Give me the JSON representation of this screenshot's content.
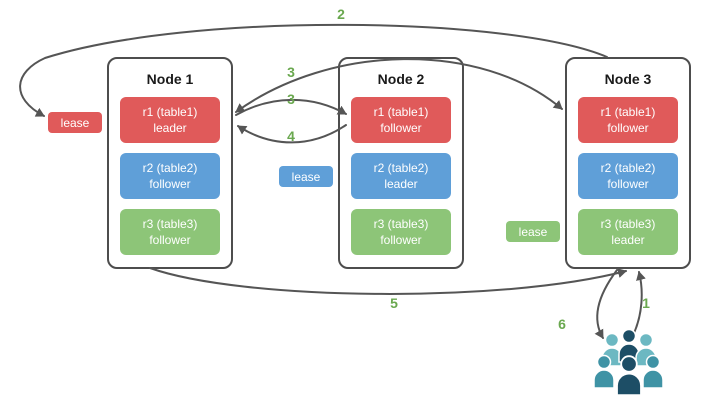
{
  "diagram": {
    "nodes": [
      {
        "title": "Node 1",
        "replicas": [
          {
            "label": "r1 (table1)",
            "role": "leader",
            "color": "#e05a5a"
          },
          {
            "label": "r2 (table2)",
            "role": "follower",
            "color": "#5f9fd8"
          },
          {
            "label": "r3 (table3)",
            "role": "follower",
            "color": "#8dc578"
          }
        ]
      },
      {
        "title": "Node 2",
        "replicas": [
          {
            "label": "r1 (table1)",
            "role": "follower",
            "color": "#e05a5a"
          },
          {
            "label": "r2 (table2)",
            "role": "leader",
            "color": "#5f9fd8"
          },
          {
            "label": "r3 (table3)",
            "role": "follower",
            "color": "#8dc578"
          }
        ]
      },
      {
        "title": "Node 3",
        "replicas": [
          {
            "label": "r1 (table1)",
            "role": "follower",
            "color": "#e05a5a"
          },
          {
            "label": "r2 (table2)",
            "role": "follower",
            "color": "#5f9fd8"
          },
          {
            "label": "r3 (table3)",
            "role": "leader",
            "color": "#8dc578"
          }
        ]
      }
    ],
    "leases": [
      {
        "label": "lease",
        "color": "#e05a5a"
      },
      {
        "label": "lease",
        "color": "#5f9fd8"
      },
      {
        "label": "lease",
        "color": "#8dc578"
      }
    ],
    "steps": {
      "s1": "1",
      "s2": "2",
      "s3a": "3",
      "s3b": "3",
      "s4": "4",
      "s5": "5",
      "s6": "6"
    },
    "colors": {
      "replica_red": "#e05a5a",
      "replica_blue": "#5f9fd8",
      "replica_green": "#8dc578",
      "step_label_green": "#6aa84f",
      "arrow_gray": "#555555",
      "node_border": "#4d4d4d",
      "users_teal_light": "#6cb8c2",
      "users_teal_dark": "#3f93a5",
      "users_navy": "#1d4e66"
    }
  }
}
